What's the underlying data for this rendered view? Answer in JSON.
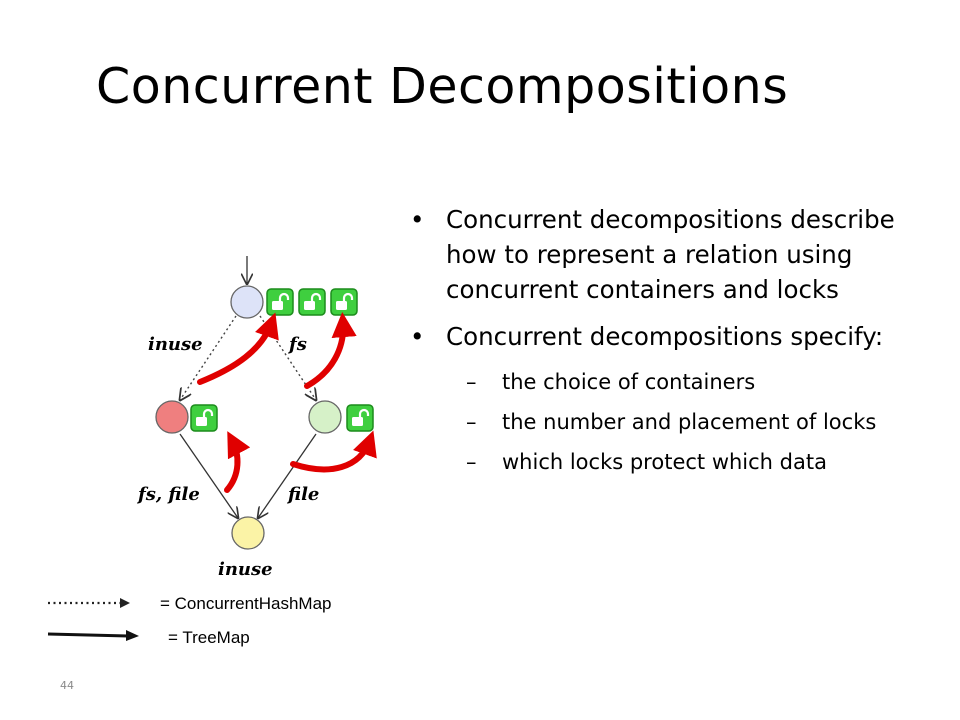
{
  "slide": {
    "title": "Concurrent Decompositions",
    "page_number": "44"
  },
  "bullets": [
    {
      "text": "Concurrent decompositions describe how to represent a relation using concurrent containers and locks"
    },
    {
      "text": "Concurrent decompositions specify:"
    }
  ],
  "sub_bullets": [
    {
      "text": "the choice of containers"
    },
    {
      "text": "the number and placement of locks"
    },
    {
      "text": "which locks protect which data"
    }
  ],
  "diagram": {
    "edge_labels": {
      "top_left": "inuse",
      "top_right": "fs",
      "bottom_left": "fs, file",
      "bottom_right": "file",
      "bottom_node": "inuse"
    },
    "legend": [
      {
        "style": "dotted",
        "label": "= ConcurrentHashMap"
      },
      {
        "style": "solid",
        "label": "= TreeMap"
      }
    ],
    "colors": {
      "top_node": "#dde3f8",
      "left_node": "#ef7f7f",
      "right_node": "#d6f1c8",
      "bottom_node": "#fbf3a6",
      "lock": "#3fcf3f",
      "lock_arrow": "#e00000"
    }
  }
}
